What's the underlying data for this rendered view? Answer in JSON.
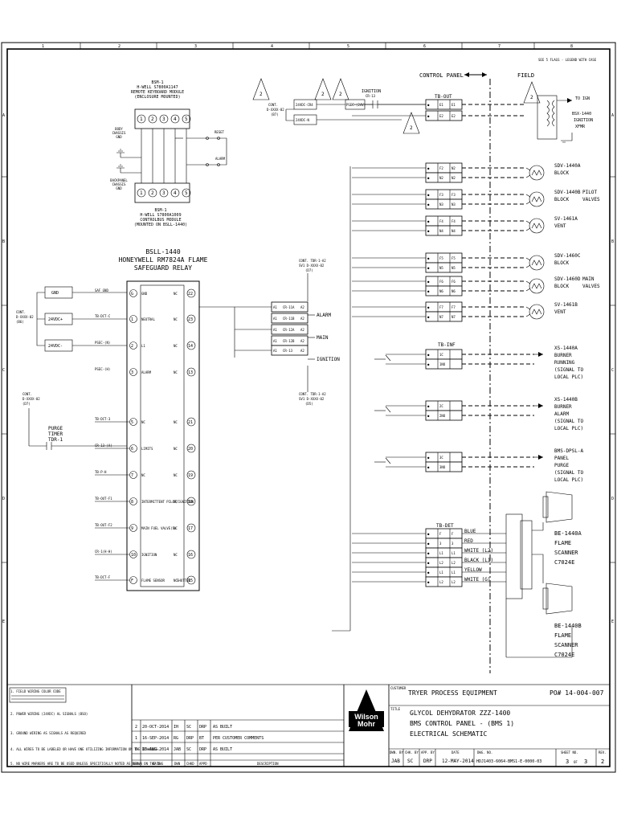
{
  "border": {
    "columns": [
      "1",
      "2",
      "3",
      "4",
      "5",
      "6",
      "7",
      "8"
    ],
    "rows": [
      "A",
      "B",
      "C",
      "D",
      "E"
    ],
    "corner_note": "SEE 5 FLAGS - LEGEND WITH CASE"
  },
  "headers": {
    "control_panel": "CONTROL PANEL",
    "field": "FIELD"
  },
  "module_top": {
    "line1": "BSM-1",
    "line2": "H-WELL S7800A1147",
    "line3": "REMOTE KEYBOARD MODULE",
    "line4": "(ENCLOSURE MOUNTED)",
    "terminals": [
      "1",
      "2",
      "3",
      "4",
      "5"
    ]
  },
  "module_bottom": {
    "line1": "BSM-1",
    "line2": "H-WELL S7800A1009",
    "line3": "CONTROLBUS MODULE",
    "line4": "(MOUNTED ON BSLL-1440)",
    "terminals": [
      "1",
      "2",
      "3",
      "4",
      "5"
    ]
  },
  "body_ground_1": {
    "line1": "BODY",
    "line2": "CHASSIS",
    "line3": "GND"
  },
  "body_ground_2": {
    "line1": "BACKPANEL",
    "line2": "CHASSIS",
    "line3": "GND"
  },
  "reset_label": "RESET",
  "alarm_label": "ALARM",
  "relay": {
    "title1": "BSLL-1440",
    "title2": "HONEYWELL RM7824A FLAME",
    "title3": "SAFEGUARD RELAY",
    "left_terms": [
      {
        "n": "G",
        "label": "GND",
        "wire": "SAF GND"
      },
      {
        "n": "1",
        "label": "NEUTRAL",
        "wire": "TB-DCT-C"
      },
      {
        "n": "2",
        "label": "L1",
        "wire": "PSEC-(N)"
      },
      {
        "n": "3",
        "label": "ALARM",
        "wire": "PSEC-(H)"
      },
      {
        "n": "5",
        "label": "NC",
        "wire": "TB-DCT-3"
      },
      {
        "n": "6",
        "label": "LIMITS",
        "wire": "CR-13-(A)"
      },
      {
        "n": "7",
        "label": "NC",
        "wire": "TB-P-H"
      },
      {
        "n": "8",
        "label": "INTERMITTENT PILOT/IGNITION",
        "wire": "TB-OUT-F1"
      },
      {
        "n": "9",
        "label": "MAIN FUEL VALVE(S)",
        "wire": "TB-OUT-F2"
      },
      {
        "n": "10",
        "label": "IGNITION",
        "wire": "CR-1(H-H)"
      },
      {
        "n": "F",
        "label": "FLAME SENSOR",
        "wire": "TB-DCT-F"
      }
    ],
    "right_terms": [
      "22",
      "23",
      "14",
      "13",
      "21",
      "20",
      "19",
      "18",
      "17",
      "16",
      "15"
    ],
    "shutter_label": "SHUTTER"
  },
  "cont_labels": {
    "c1": {
      "line1": "CONT.",
      "line2": "D-XXXX-02",
      "line3": "(B7)"
    },
    "c2": {
      "line1": "CONT.",
      "line2": "D-XXXX-02",
      "line3": "(B6)"
    },
    "c3": {
      "line1": "CONT.",
      "line2": "D-XXXX-02",
      "line3": "(D7)"
    }
  },
  "supply_labels": [
    "GND",
    "24VDC+",
    "24VDC-"
  ],
  "purge_timer": {
    "line1": "PURGE",
    "line2": "TIMER",
    "line3": "TDR-1"
  },
  "top_signals": {
    "cont1": "24VDC-CR4",
    "cont2": "24VDC-N",
    "psec": "PSEC-(24V)",
    "ignition": "IGNITION",
    "ignition_tag": "CR-13"
  },
  "tb_out": {
    "title": "TB-OUT",
    "rows": [
      {
        "a": "E1",
        "b": "E1"
      },
      {
        "a": "E2",
        "b": "E2"
      },
      {
        "a": "F2",
        "b": "N2"
      },
      {
        "a": "N2",
        "b": "N2"
      },
      {
        "a": "F3",
        "b": "F3"
      },
      {
        "a": "N3",
        "b": "N3"
      },
      {
        "a": "F4",
        "b": "F4"
      },
      {
        "a": "N4",
        "b": "N4"
      },
      {
        "a": "F5",
        "b": "F5"
      },
      {
        "a": "N5",
        "b": "N5"
      },
      {
        "a": "F6",
        "b": "F6"
      },
      {
        "a": "N6",
        "b": "N6"
      },
      {
        "a": "F7",
        "b": "F7"
      },
      {
        "a": "N7",
        "b": "N7"
      }
    ]
  },
  "field_devices": [
    {
      "line1": "SDV-1440A",
      "line2": "BLOCK",
      "line3": ""
    },
    {
      "line1": "SDV-1440B",
      "line2": "BLOCK",
      "line3": "PILOT",
      "line4": "VALVES"
    },
    {
      "line1": "SV-1461A",
      "line2": "VENT",
      "line3": ""
    },
    {
      "line1": "SDV-1460C",
      "line2": "BLOCK",
      "line3": ""
    },
    {
      "line1": "SDV-1460D",
      "line2": "BLOCK",
      "line3": "MAIN",
      "line4": "VALVES"
    },
    {
      "line1": "SV-1461B",
      "line2": "VENT",
      "line3": ""
    }
  ],
  "ign_xfmr": {
    "to": "TO IGN",
    "line1": "BSX-1440",
    "line2": "IGNITION",
    "line3": "XFMR"
  },
  "cr_block": {
    "header": "CONT. TDR-1-A2 D-XXXX-02 (D7)",
    "footer": "CONT. TDR-1-A2 D-XXXX-02 (D5)",
    "rows": [
      {
        "l": "A1",
        "tag": "CR-11A",
        "r": "A2"
      },
      {
        "l": "A1",
        "tag": "CR-11B",
        "r": "A2"
      },
      {
        "l": "A1",
        "tag": "CR-12A",
        "r": "A2"
      },
      {
        "l": "A1",
        "tag": "CR-12B",
        "r": "A2"
      },
      {
        "l": "A1",
        "tag": "CR-13",
        "r": "A2"
      }
    ],
    "outputs": [
      "ALARM",
      "MAIN",
      "IGNITION"
    ]
  },
  "tb_inf": {
    "title": "TB-INF",
    "rows": [
      "1C",
      "1NO",
      "2C",
      "2NO",
      "3C",
      "3NO"
    ]
  },
  "inf_devices": [
    {
      "line1": "XS-1440A",
      "line2": "BURNER",
      "line3": "RUNNING",
      "line4": "(SIGNAL TO",
      "line5": "LOCAL PLC)"
    },
    {
      "line1": "XS-1440B",
      "line2": "BURNER",
      "line3": "ALARM",
      "line4": "(SIGNAL TO",
      "line5": "LOCAL PLC)"
    },
    {
      "line1": "BMS-DPSL-A",
      "line2": "PANEL",
      "line3": "PURGE",
      "line4": "(SIGNAL TO",
      "line5": "LOCAL PLC)"
    }
  ],
  "tb_det": {
    "title": "TB-DET",
    "rows": [
      "F",
      "3",
      "L1",
      "L2",
      "L1",
      "L2"
    ],
    "colors": [
      "BLUE",
      "RED",
      "WHITE (L2)",
      "BLACK (L1)",
      "YELLOW",
      "WHITE (G)"
    ]
  },
  "scanners": [
    {
      "line1": "BE-1440A",
      "line2": "FLAME",
      "line3": "SCANNER",
      "line4": "C7024E"
    },
    {
      "line1": "BE-1440B",
      "line2": "FLAME",
      "line3": "SCANNER",
      "line4": "C7024E"
    }
  ],
  "notes": [
    "1. FIELD WIRING COLOR CODE",
    "2. POWER WIRING (24VDC) AL SIGNALS (BSO)",
    "3. GROUND WIRING AS SIGNALS AS REQUIRED",
    "4. ALL WIRES TO BE LABELED OR HAVE ONE UTILIZING INFORMATION ON THE DRAWINGS.",
    "5. NO WIRE MARKERS ARE TO BE USED UNLESS SPECIFICALLY NOTED AS SHOWN ON THE DWG"
  ],
  "revisions": [
    {
      "rev": "2",
      "date": "20-OCT-2014",
      "dwn": "IH",
      "chk": "SC",
      "app": "DRP",
      "desc": "AS BUILT"
    },
    {
      "rev": "1",
      "date": "16-SEP-2014",
      "dwn": "RG",
      "chk": "DRP",
      "app": "BT",
      "desc": "PER CUSTOMER COMMENTS"
    },
    {
      "rev": "0",
      "date": "15-AUG-2014",
      "dwn": "JAB",
      "chk": "SC",
      "app": "DRP",
      "desc": "AS BUILT"
    }
  ],
  "rev_headers": [
    "REV.",
    "DATE",
    "DWN",
    "CHKD",
    "APPD",
    "DESCRIPTION"
  ],
  "logo": {
    "line1": "Wilson",
    "line2": "Mohr"
  },
  "title_block": {
    "customer_label": "CUSTOMER",
    "customer": "TRYER PROCESS EQUIPMENT",
    "po": "PO# 14-004-007",
    "title_label": "TITLE",
    "title1": "GLYCOL DEHYDRATOR ZZZ-1400",
    "title2": "BMS CONTROL PANEL - (BMS 1)",
    "title3": "ELECTRICAL SCHEMATIC",
    "dwn_by_label": "DWN. BY",
    "dwn_by": "JAB",
    "chk_by_label": "CHK. BY",
    "chk_by": "SC",
    "app_by_label": "APP. BY",
    "app_by": "DRP",
    "date_label": "DATE",
    "date": "12-MAY-2014",
    "dwg_label": "DWG. NO.",
    "dwg": "HDJ1403-6064-BMS1-E-0000-03",
    "sheet_label": "SHEET NO.",
    "sheet": "3",
    "of": "OF",
    "sheets": "3",
    "rev_label": "REV.",
    "rev": "2"
  }
}
